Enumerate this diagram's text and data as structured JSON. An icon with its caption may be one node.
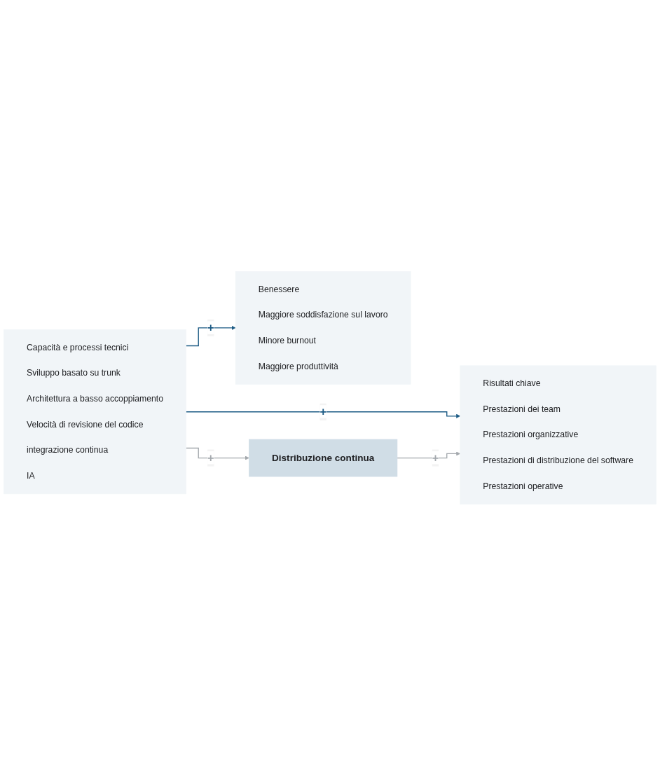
{
  "diagram": {
    "nodes": [
      {
        "text": [
          "Benessere",
          "Maggiore soddisfazione sul lavoro",
          "Minore burnout",
          "Maggiore produttività"
        ]
      },
      {
        "text": [
          "Risultati chiave",
          "Prestazioni dei team",
          "Prestazioni organizzative",
          "Prestazioni di distribuzione del software",
          "Prestazioni operative"
        ]
      },
      {
        "text": [
          "Capacità e processi tecnici",
          "Sviluppo basato su trunk",
          "Architettura a basso accoppiamento",
          "Velocità di revisione del codice",
          "integrazione continua",
          "IA"
        ]
      },
      {
        "text": [
          "Distribuzione continua"
        ]
      }
    ],
    "edges": [
      {
        "from": 2,
        "to": 0,
        "arrow": "to",
        "label": "+",
        "color": "#1b5a84"
      },
      {
        "from": 2,
        "to": 1,
        "arrow": "to",
        "label": "+",
        "color": "#1b5a84"
      },
      {
        "from": 2,
        "to": 3,
        "arrow": "to",
        "label": "+",
        "color": "#a3a8ad"
      },
      {
        "from": 3,
        "to": 1,
        "arrow": "to",
        "label": "+",
        "color": "#a3a8ad"
      }
    ]
  }
}
